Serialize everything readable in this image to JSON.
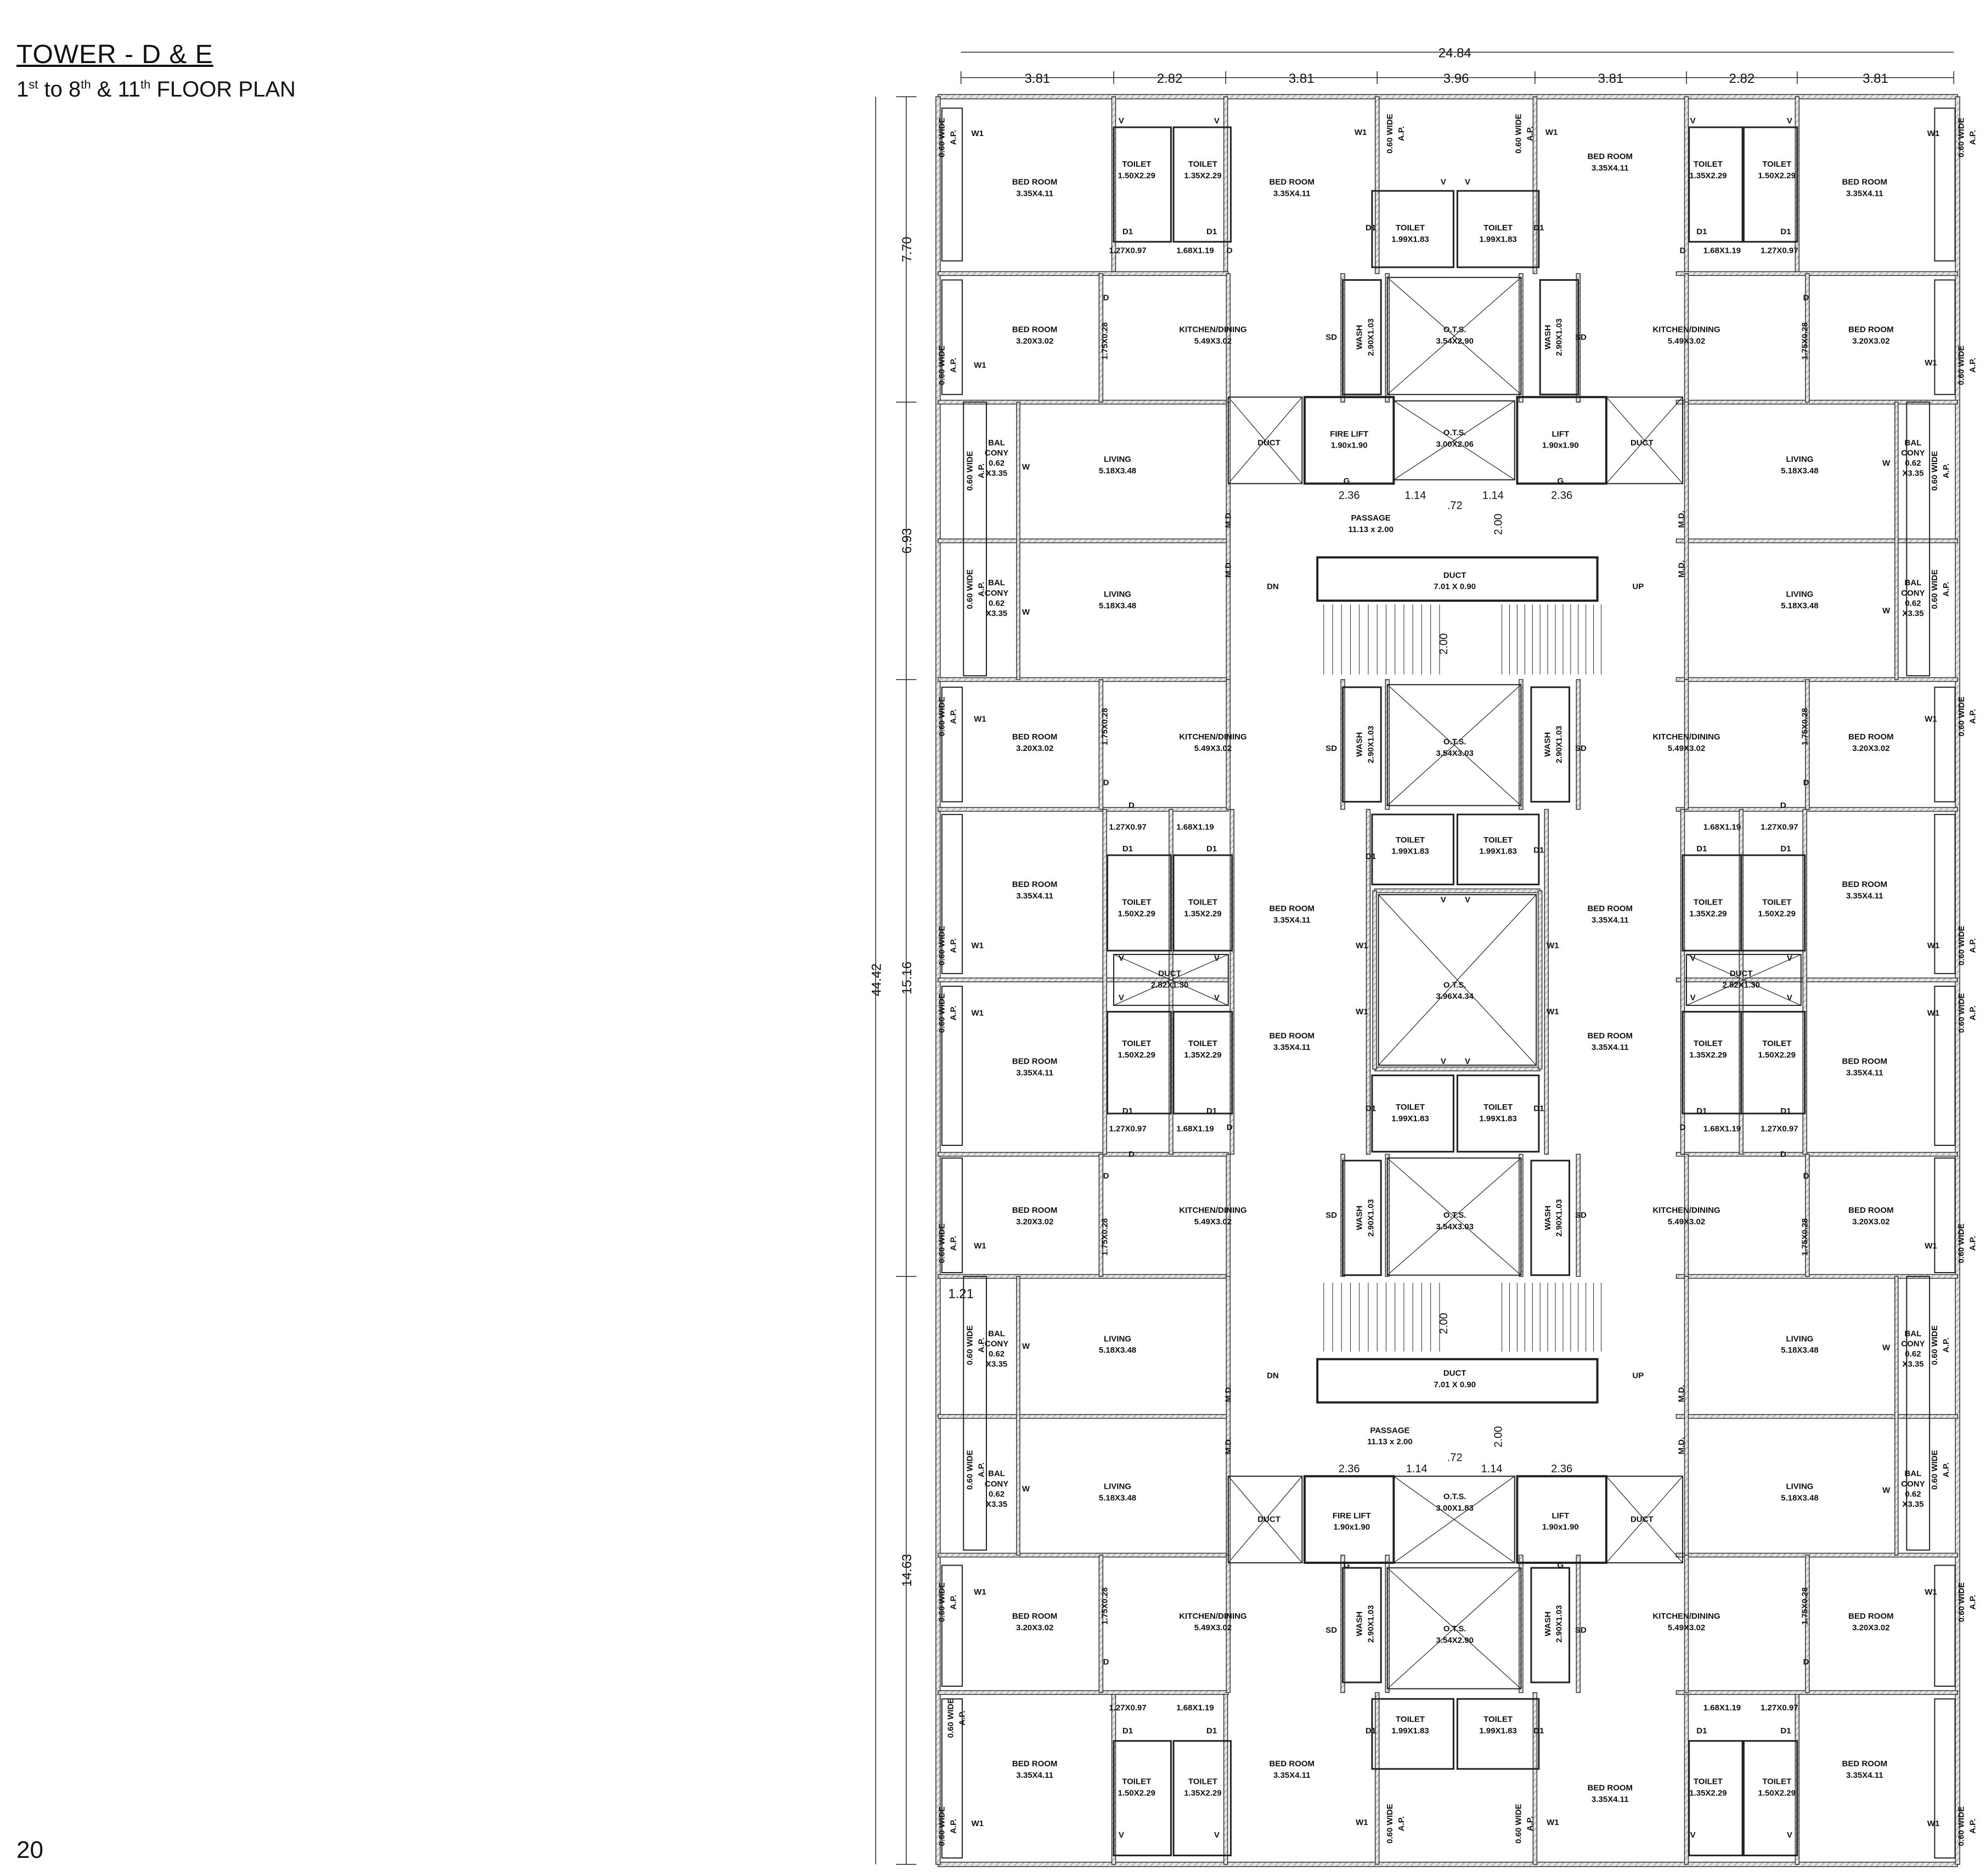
{
  "header": {
    "title": "TOWER - D & E",
    "subtitle_parts": [
      "1",
      "st",
      " to 8",
      "th",
      " & 11",
      "th",
      " FLOOR PLAN"
    ]
  },
  "page_number": "20",
  "dimensions": {
    "overall_width": "24.84",
    "top_segments": [
      "3.81",
      "2.82",
      "3.81",
      "3.96",
      "3.81",
      "2.82",
      "3.81"
    ],
    "overall_height": "44.42",
    "left_segments": [
      "7.70",
      "6.93",
      "15.16",
      "14.63"
    ],
    "balcony_offset": "1.21",
    "core": [
      "2.36",
      "1.14",
      ".72",
      "1.14",
      "2.36",
      "2.00",
      "2.00"
    ]
  },
  "labels": {
    "bedroom": "BED ROOM",
    "bedroom_large": "3.35X4.11",
    "bedroom_small": "3.20X3.02",
    "toilet": "TOILET",
    "toilet_a": "1.50X2.29",
    "toilet_b": "1.35X2.29",
    "toilet_c": "1.99X1.83",
    "kitchen": "KITCHEN/DINING",
    "kitchen_size": "5.49X3.02",
    "living": "LIVING",
    "living_size": "5.18X3.48",
    "wash": "WASH",
    "wash_size": "2.90X1.03",
    "ots": "O.T.S.",
    "ots_top": "3.54X2.90",
    "ots_mid": "3.96X4.34",
    "ots_b": "3.54X3.03",
    "ots_lift_top": "3.00X2.06",
    "ots_lift_bottom": "3.00X1.83",
    "fire_lift": "FIRE LIFT",
    "lift": "LIFT",
    "lift_size": "1.90x1.90",
    "duct": "DUCT",
    "duct_stair": "7.01 X 0.90",
    "duct_small": "2.82X1.30",
    "passage": "PASSAGE",
    "passage_size": "11.13 x 2.00",
    "balcony_1": "BAL",
    "balcony_2": "CONY",
    "balcony_3": "0.62",
    "balcony_4": "X3.35",
    "ap": "0.60 WIDE A.P.",
    "ap_1": "0.60 WIDE",
    "ap_2": "A.P.",
    "dn": "DN",
    "up": "UP",
    "md": "M.D.",
    "sd": "SD",
    "d": "D",
    "d1": "D1",
    "w": "W",
    "w1": "W1",
    "v": "V",
    "g": "G",
    "sill": "1.75X0.28",
    "small_1": "1.27X0.97",
    "small_2": "1.68X1.19"
  }
}
